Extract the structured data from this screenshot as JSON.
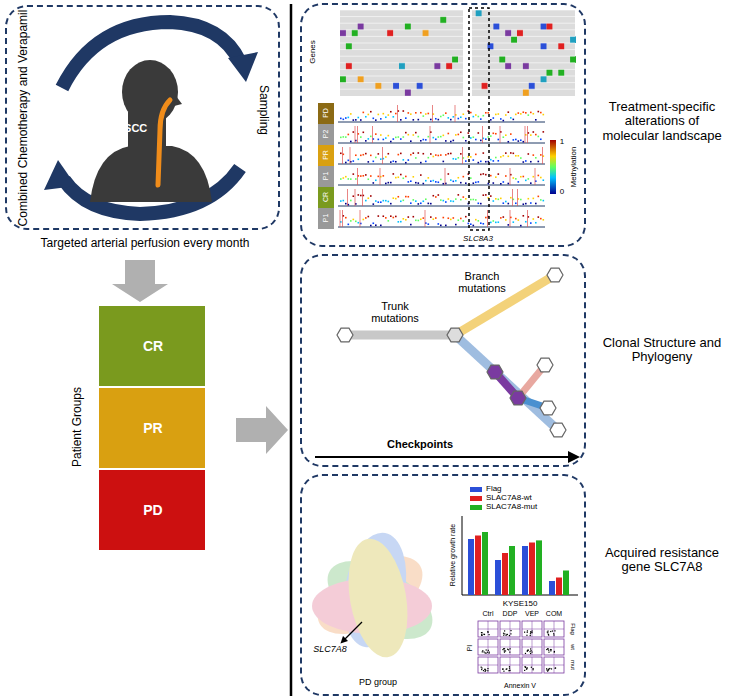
{
  "diagram": {
    "nodes": [
      {
        "text": [
          "Combined Chemotherapy and Verapamil",
          "Sampling",
          "ESCC",
          "Targeted arterial perfusion every month"
        ]
      },
      {
        "text": [
          "Patient Groups"
        ]
      },
      {
        "text": [
          "CR"
        ],
        "in": 1
      },
      {
        "text": [
          "PR"
        ],
        "in": 1
      },
      {
        "text": [
          "PD"
        ],
        "in": 1
      },
      {
        "text": [
          "Treatment-specific alterations of molecular landscape"
        ]
      },
      {
        "text": [
          "Clonal Structure and Phylogeny"
        ]
      },
      {
        "text": [
          "Acquired resistance gene SLC7A8"
        ]
      }
    ],
    "edges": [
      {
        "from": 0,
        "to": 1,
        "arrow": "to"
      }
    ],
    "labels": [
      "Genes",
      "PD",
      "P2",
      "PR",
      "P1",
      "CR",
      "P1",
      "Methylation",
      "1",
      "0",
      "SLC8A3",
      "Branch mutations",
      "Trunk mutations",
      "Checkpoints",
      "SLC7A8",
      "PD group",
      "Relative growth rate",
      "KYSE150",
      "Ctrl",
      "DDP",
      "VEP",
      "COM",
      "PI",
      "Annexin V",
      "Flag",
      "wt",
      "mut"
    ],
    "legend": [
      {
        "text": "Flag",
        "color": "#2b4fd8"
      },
      {
        "text": "SLAC7A8-wt",
        "color": "#e02020"
      },
      {
        "text": "SLAC7A8-mut",
        "color": "#22b022"
      }
    ]
  }
}
